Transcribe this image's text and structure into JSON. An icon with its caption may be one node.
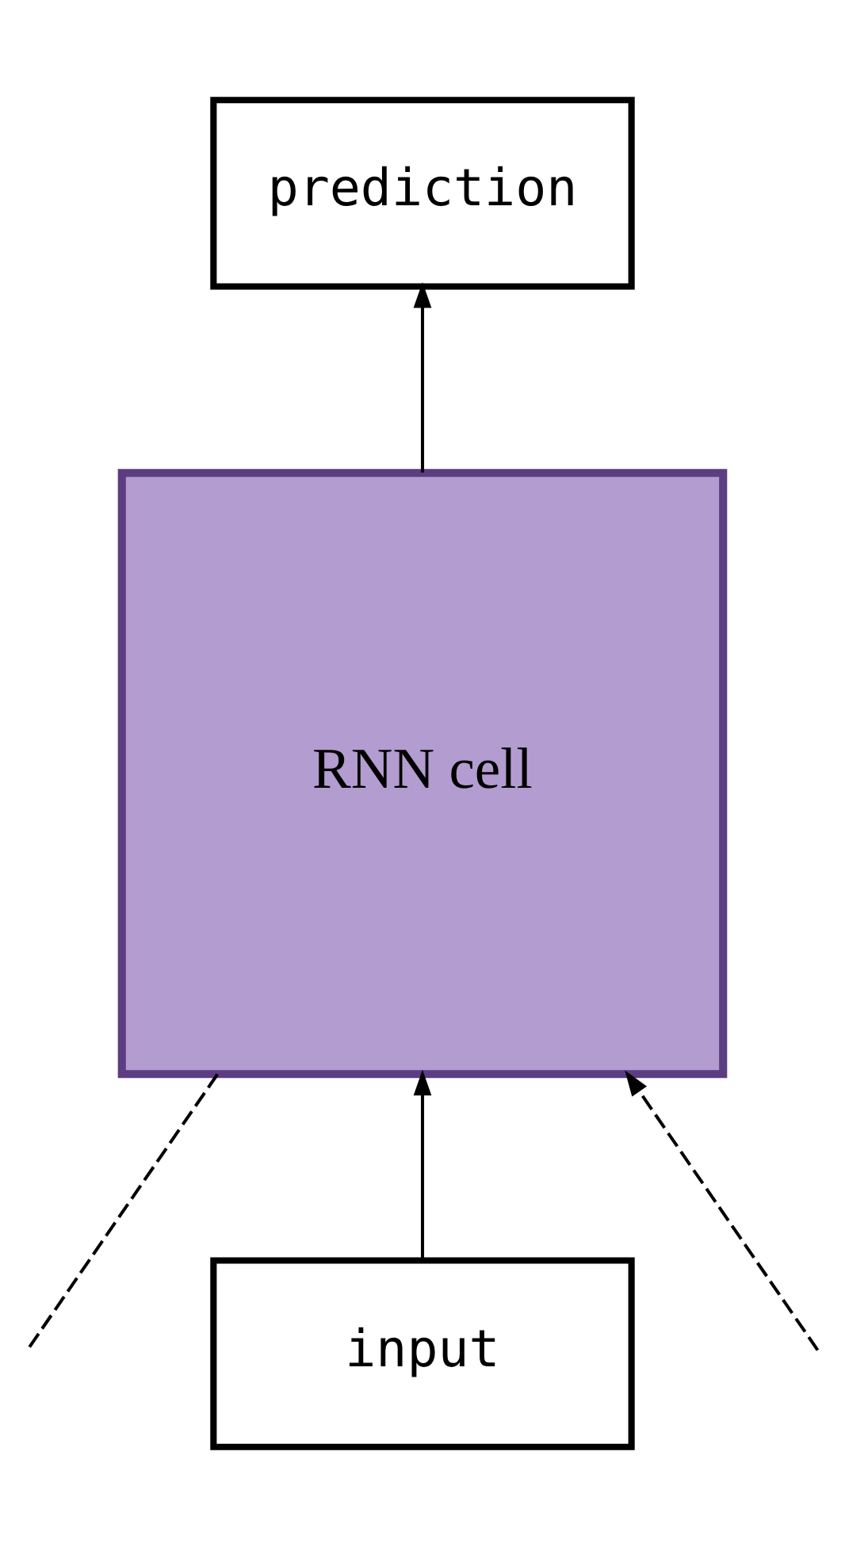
{
  "diagram": {
    "nodes": [
      {
        "text": [
          "prediction"
        ]
      },
      {
        "text": [
          "RNN cell"
        ]
      },
      {
        "text": [
          "input"
        ]
      }
    ],
    "edges": [
      {
        "from": 2,
        "to": 1,
        "arrow": "to"
      },
      {
        "from": 1,
        "to": 0,
        "arrow": "to"
      },
      {
        "from": 1,
        "to": null,
        "arrow": "none",
        "style": "dashed"
      },
      {
        "from": null,
        "to": 1,
        "arrow": "to",
        "style": "dashed"
      }
    ]
  }
}
